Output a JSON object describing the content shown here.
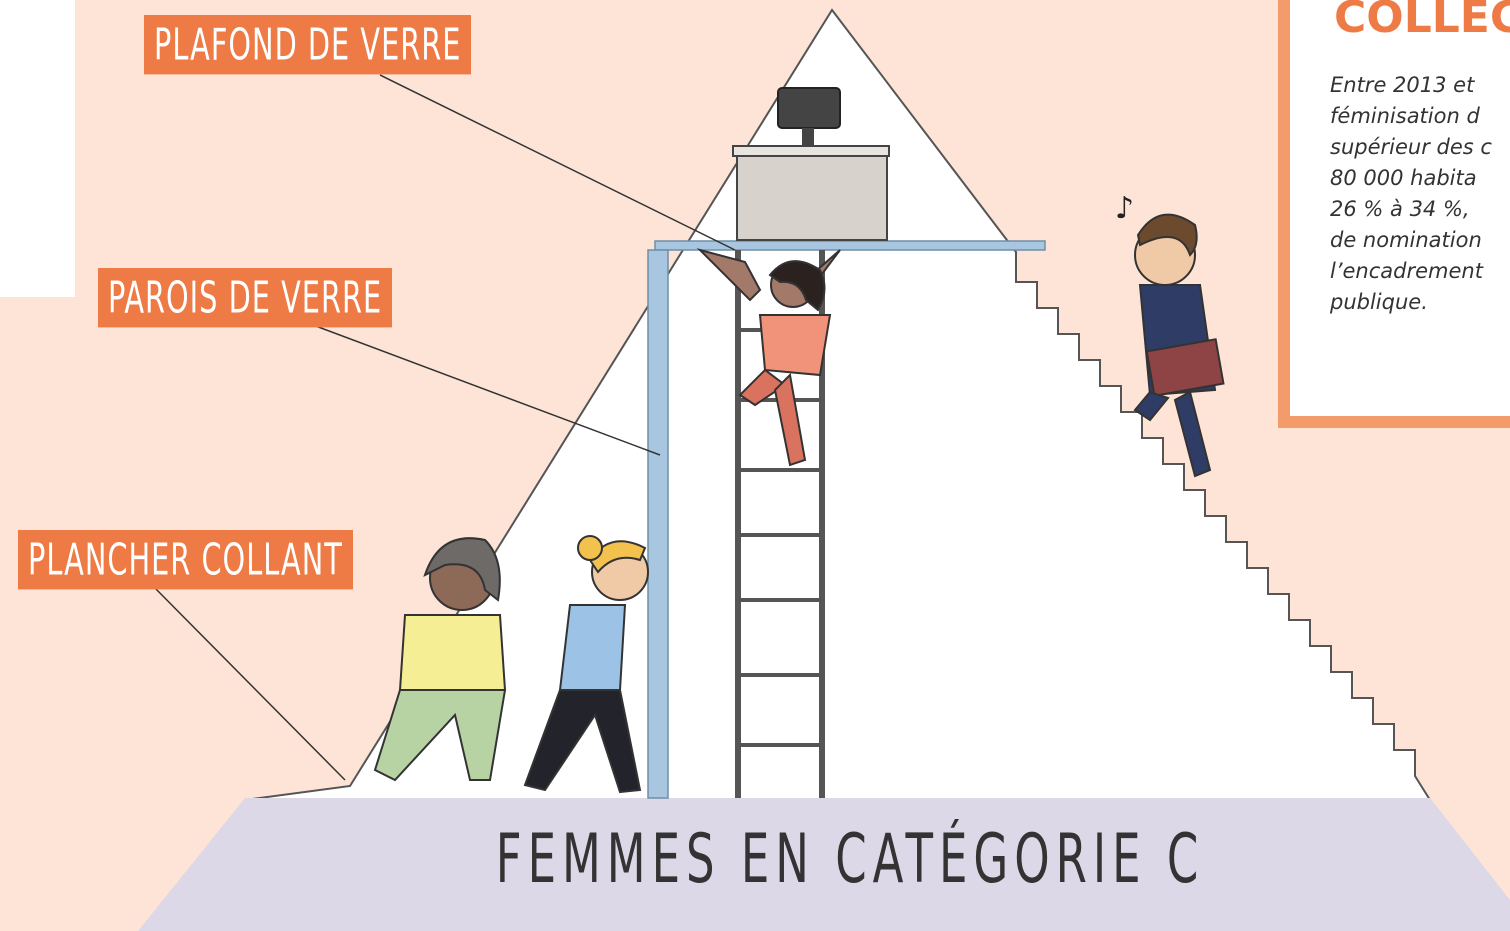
{
  "labels": {
    "plafond": "PLAFOND DE VERRE",
    "parois": "PAROIS DE VERRE",
    "plancher": "PLANCHER COLLANT",
    "base": "FEMMES EN CATÉGORIE C"
  },
  "info_box": {
    "title": "COLLEC",
    "text": "Entre 2013 et\nféminisation d\nsupérieur des c\n80 000 habita\n26 % à 34 %,\nde nomination\nl’encadrement\npublique."
  },
  "colors": {
    "background": "#fde4d6",
    "label": "#ee7b45",
    "pyramid": "#ffffff",
    "base": "#dcd8e8",
    "glass": "#a9c6e0",
    "info_border": "#f39b6b"
  }
}
